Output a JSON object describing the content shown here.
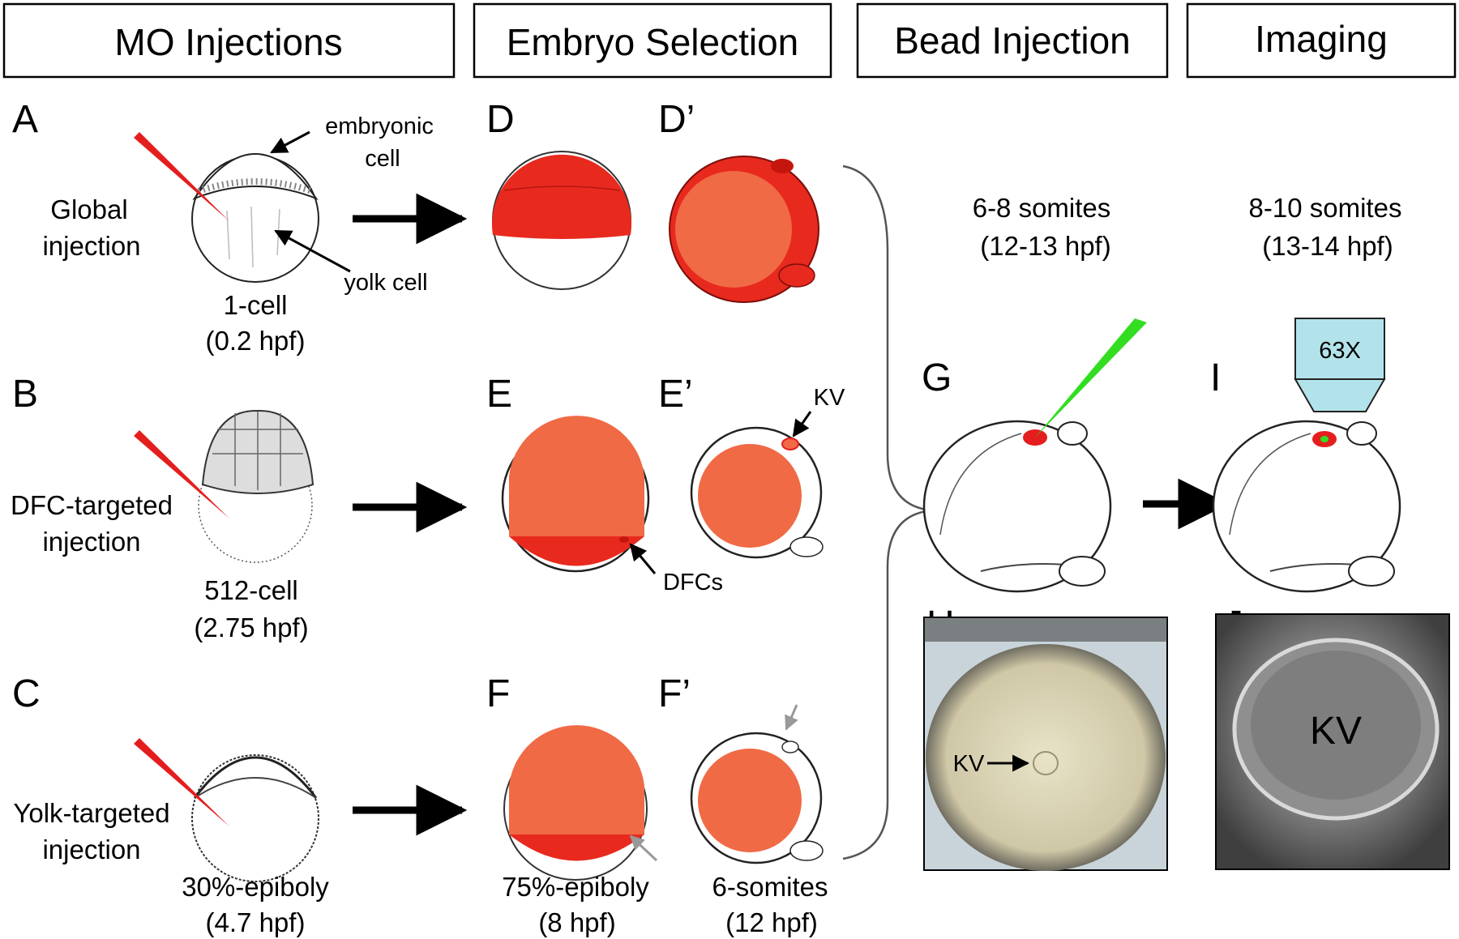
{
  "headers": {
    "mo_injections": "MO Injections",
    "embryo_selection": "Embryo Selection",
    "bead_injection": "Bead Injection",
    "imaging": "Imaging"
  },
  "panels": {
    "A": "A",
    "B": "B",
    "C": "C",
    "D": "D",
    "D_prime": "D’",
    "E": "E",
    "E_prime": "E’",
    "F": "F",
    "F_prime": "F’",
    "G": "G",
    "H": "H",
    "I": "I",
    "J": "J"
  },
  "row_a": {
    "method_line1": "Global",
    "method_line2": "injection",
    "embryonic_line1": "embryonic",
    "embryonic_line2": "cell",
    "yolk_cell": "yolk cell",
    "stage_line1": "1-cell",
    "stage_line2": "(0.2 hpf)"
  },
  "row_b": {
    "method_line1": "DFC-targeted",
    "method_line2": "injection",
    "stage_line1": "512-cell",
    "stage_line2": "(2.75 hpf)",
    "dfcs_label": "DFCs",
    "kv_label": "KV"
  },
  "row_c": {
    "method_line1": "Yolk-targeted",
    "method_line2": "injection",
    "stage_line1": "30%-epiboly",
    "stage_line2": "(4.7 hpf)",
    "f_stage_line1": "75%-epiboly",
    "f_stage_line2": "(8 hpf)",
    "fp_stage_line1": "6-somites",
    "fp_stage_line2": "(12 hpf)"
  },
  "bead": {
    "stage_line1": "6-8 somites",
    "stage_line2": "(12-13 hpf)",
    "kv_label": "KV"
  },
  "imaging": {
    "stage_line1": "8-10 somites",
    "stage_line2": "(13-14 hpf)",
    "objective": "63X",
    "kv_label": "KV"
  },
  "colors": {
    "red_needle": "#e41e1e",
    "mo_red": "#e8291e",
    "mo_orange": "#f06a45",
    "green_needle": "#33dd22",
    "objective_fill": "#b3e3ea"
  }
}
